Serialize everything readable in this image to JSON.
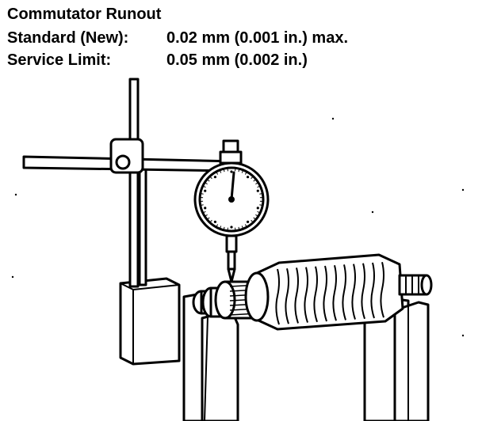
{
  "spec": {
    "title": "Commutator Runout",
    "standard_label": "Standard (New):",
    "standard_value": "0.02 mm (0.001 in.) max.",
    "limit_label": "Service Limit:",
    "limit_value": "0.05 mm (0.002 in.)"
  },
  "illustration": {
    "subject": "dial indicator measuring commutator runout on armature supported in V-blocks",
    "gauge_needle_reading": "near zero (12 o'clock)"
  }
}
